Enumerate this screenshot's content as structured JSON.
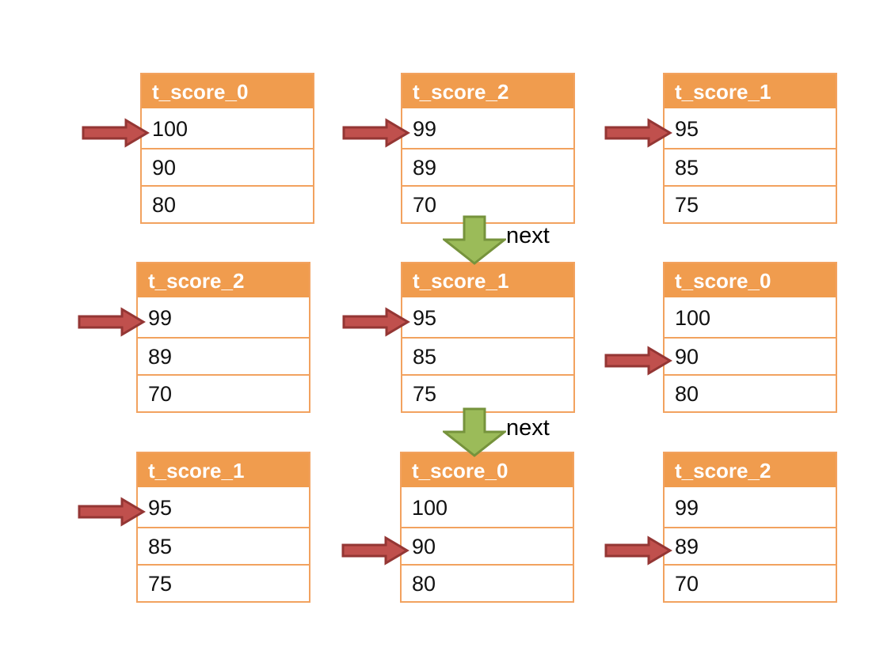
{
  "diagram": {
    "colors": {
      "header_bg": "#F09C4E",
      "table_border": "#F2A25F",
      "red_fill": "#C0504D",
      "red_stroke": "#943634",
      "green_fill": "#9BBB59",
      "green_stroke": "#76933C",
      "cell_text": "#111111",
      "header_text": "#FFFFFF"
    },
    "tables": [
      {
        "title": "t_score_0",
        "rows": [
          "100",
          "90",
          "80"
        ],
        "pointer_row": 0,
        "grid": {
          "row": 0,
          "col": 0
        }
      },
      {
        "title": "t_score_2",
        "rows": [
          "99",
          "89",
          "70"
        ],
        "pointer_row": 0,
        "grid": {
          "row": 0,
          "col": 1
        }
      },
      {
        "title": "t_score_1",
        "rows": [
          "95",
          "85",
          "75"
        ],
        "pointer_row": 0,
        "grid": {
          "row": 0,
          "col": 2
        }
      },
      {
        "title": "t_score_2",
        "rows": [
          "99",
          "89",
          "70"
        ],
        "pointer_row": 0,
        "grid": {
          "row": 1,
          "col": 0
        }
      },
      {
        "title": "t_score_1",
        "rows": [
          "95",
          "85",
          "75"
        ],
        "pointer_row": 0,
        "grid": {
          "row": 1,
          "col": 1
        }
      },
      {
        "title": "t_score_0",
        "rows": [
          "100",
          "90",
          "80"
        ],
        "pointer_row": 1,
        "grid": {
          "row": 1,
          "col": 2
        }
      },
      {
        "title": "t_score_1",
        "rows": [
          "95",
          "85",
          "75"
        ],
        "pointer_row": 0,
        "grid": {
          "row": 2,
          "col": 0
        }
      },
      {
        "title": "t_score_0",
        "rows": [
          "100",
          "90",
          "80"
        ],
        "pointer_row": 1,
        "grid": {
          "row": 2,
          "col": 1
        }
      },
      {
        "title": "t_score_2",
        "rows": [
          "99",
          "89",
          "70"
        ],
        "pointer_row": 1,
        "grid": {
          "row": 2,
          "col": 2
        }
      }
    ],
    "connectors": [
      {
        "label": "next",
        "from_table": "t_score_2",
        "to_table": "t_score_1"
      },
      {
        "label": "next",
        "from_table": "t_score_1",
        "to_table": "t_score_0"
      }
    ]
  }
}
